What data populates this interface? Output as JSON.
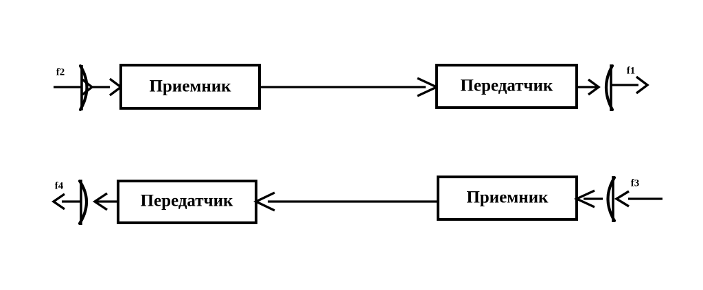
{
  "diagram": {
    "title": "",
    "background_color": "#ffffff",
    "stroke_color": "#000000",
    "rows": [
      {
        "id": "top-row",
        "direction": "left-to-right",
        "input_frequency_label": "f2",
        "output_frequency_label": "f1",
        "blocks": [
          {
            "id": "top-left-block",
            "label": "Приемник"
          },
          {
            "id": "top-right-block",
            "label": "Передатчик"
          }
        ],
        "antennas": [
          {
            "id": "top-left-antenna",
            "orientation": "opens-right"
          },
          {
            "id": "top-right-antenna",
            "orientation": "opens-left"
          }
        ]
      },
      {
        "id": "bottom-row",
        "direction": "right-to-left",
        "input_frequency_label": "f3",
        "output_frequency_label": "f4",
        "blocks": [
          {
            "id": "bottom-left-block",
            "label": "Передатчик"
          },
          {
            "id": "bottom-right-block",
            "label": "Приемник"
          }
        ],
        "antennas": [
          {
            "id": "bottom-left-antenna",
            "orientation": "opens-right"
          },
          {
            "id": "bottom-right-antenna",
            "orientation": "opens-left"
          }
        ]
      }
    ],
    "labels": {
      "top_left_block": "Приемник",
      "top_right_block": "Передатчик",
      "bottom_left_block": "Передатчик",
      "bottom_right_block": "Приемник",
      "f1": "f1",
      "f2": "f2",
      "f3": "f3",
      "f4": "f4"
    }
  }
}
